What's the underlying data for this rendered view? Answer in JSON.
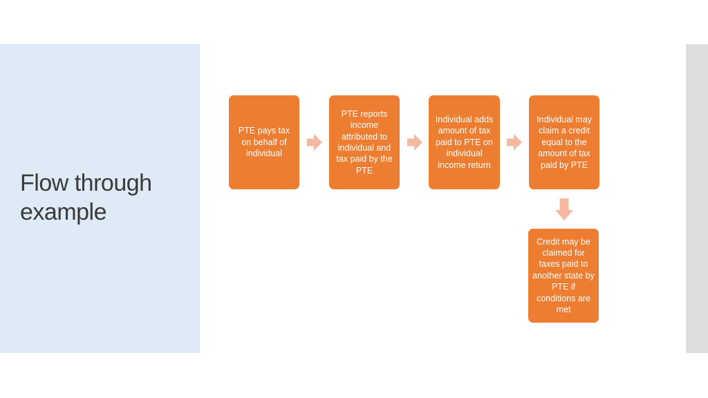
{
  "slide": {
    "title": "Flow through example"
  },
  "flow": {
    "steps": [
      "PTE pays tax on behalf of individual",
      "PTE reports income attributed to individual and tax paid by the PTE",
      "Individual adds amount of tax paid to PTE on individual income return",
      "Individual may claim a credit equal to the amount of tax paid by PTE",
      "Credit may be claimed for taxes paid to another state by PTE if conditions are met"
    ]
  },
  "colors": {
    "box_fill": "#ed7d31",
    "arrow_fill": "#f4b8a0",
    "left_panel": "#deeaf6",
    "right_bar": "#dedede",
    "title_text": "#3a3a3a"
  }
}
